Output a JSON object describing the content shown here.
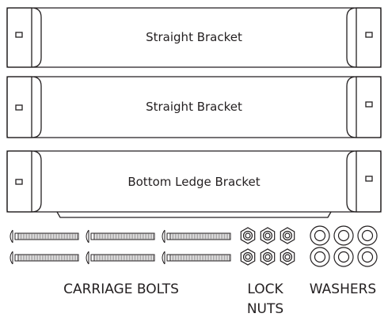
{
  "brackets": [
    {
      "label": "Straight Bracket"
    },
    {
      "label": "Straight Bracket"
    },
    {
      "label": "Bottom Ledge Bracket"
    }
  ],
  "hardware": {
    "bolts_label": "CARRIAGE BOLTS",
    "nuts_label_line1": "LOCK",
    "nuts_label_line2": "NUTS",
    "washers_label": "WASHERS"
  },
  "counts": {
    "bolts": 6,
    "lock_nuts": 6,
    "washers": 6
  },
  "colors": {
    "line": "#231f20",
    "fill": "#ffffff"
  }
}
